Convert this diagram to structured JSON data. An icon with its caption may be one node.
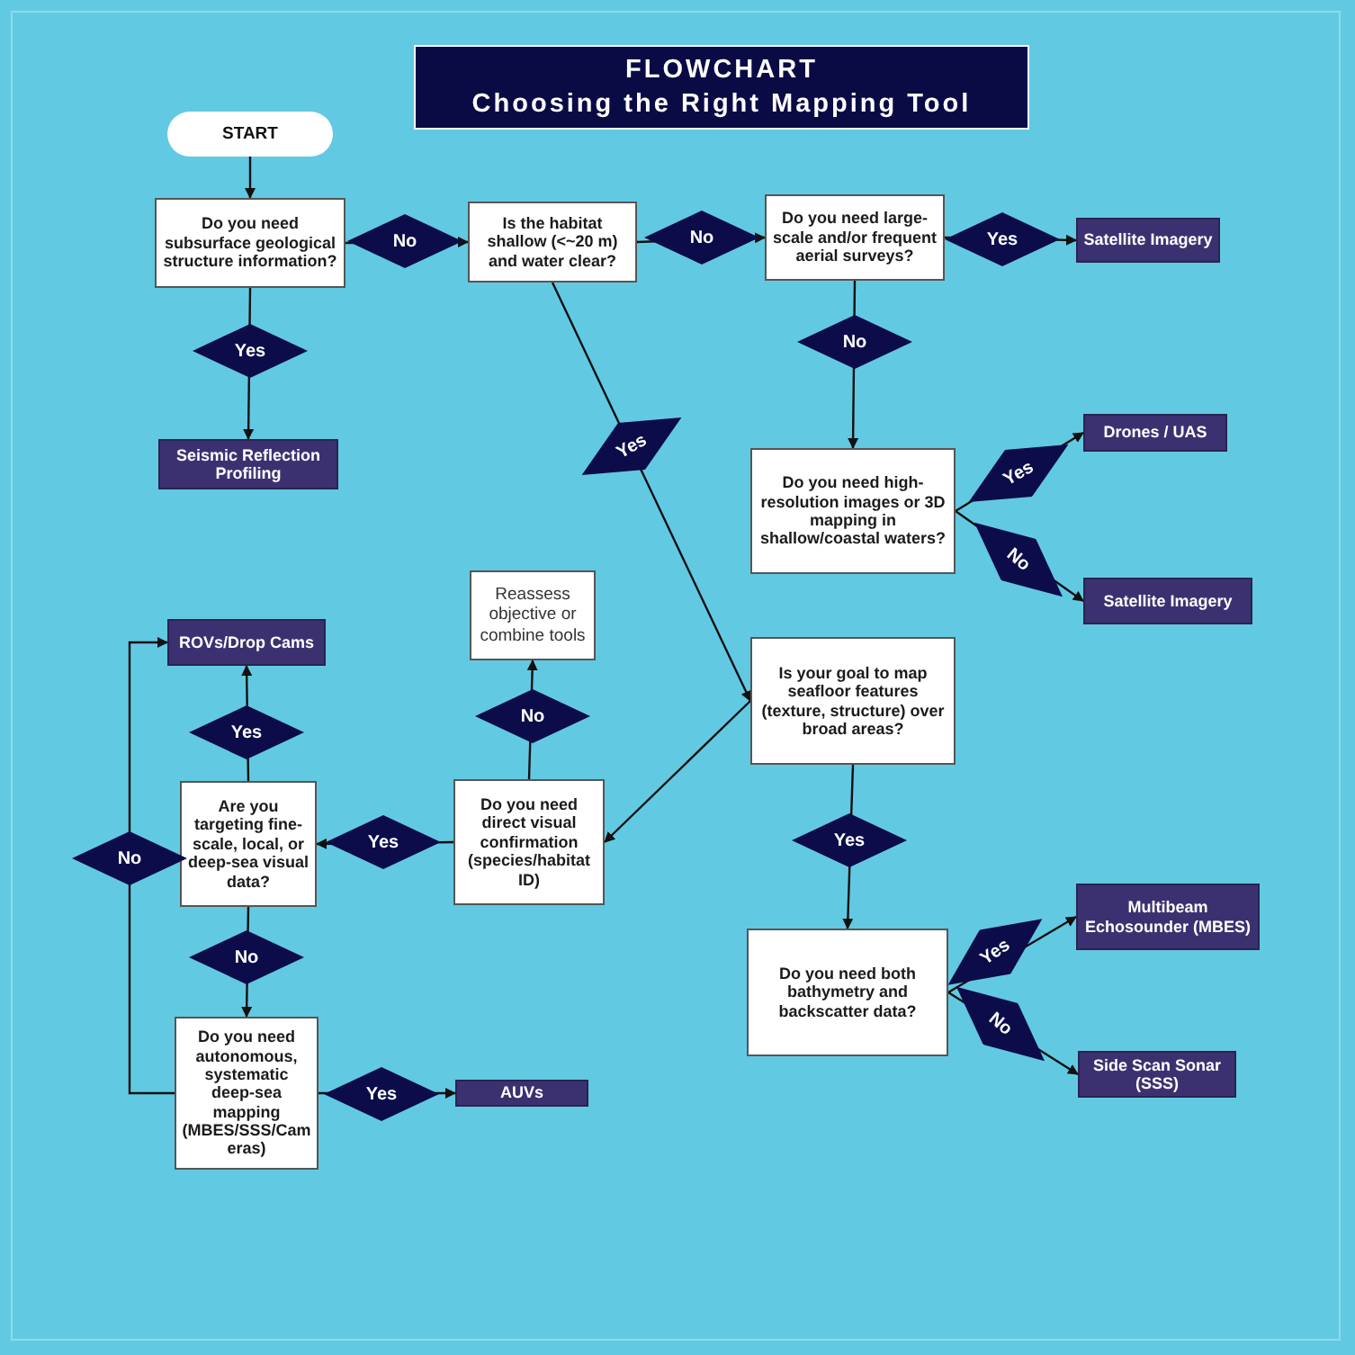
{
  "diagram": {
    "title": "FLOWCHART",
    "labels": [
      "Choosing the Right Mapping Tool"
    ],
    "nodes": [
      {
        "text": [
          "START"
        ]
      },
      {
        "text": [
          "Do you need subsurface geological structure information?"
        ]
      },
      {
        "text": [
          "Seismic Reflection Profiling"
        ]
      },
      {
        "text": [
          "Is the habitat shallow (<~20 m) and water clear?"
        ]
      },
      {
        "text": [
          "Do you need large-scale and/or frequent aerial surveys?"
        ]
      },
      {
        "text": [
          "Satellite Imagery"
        ]
      },
      {
        "text": [
          "Do you need high-resolution images or 3D mapping in shallow/coastal waters?"
        ]
      },
      {
        "text": [
          "Drones / UAS"
        ]
      },
      {
        "text": [
          "Satellite Imagery"
        ]
      },
      {
        "text": [
          "Is your goal to map seafloor features (texture, structure) over broad areas?"
        ]
      },
      {
        "text": [
          "Reassess objective or combine tools"
        ]
      },
      {
        "text": [
          "ROVs/Drop Cams"
        ]
      },
      {
        "text": [
          "Are you targeting fine-scale, local, or deep-sea visual data?"
        ]
      },
      {
        "text": [
          "Do you need direct visual confirmation (species/habitat ID)"
        ]
      },
      {
        "text": [
          "Do you need both bathymetry and backscatter data?"
        ]
      },
      {
        "text": [
          "Multibeam Echosounder (MBES)"
        ]
      },
      {
        "text": [
          "Side Scan Sonar (SSS)"
        ]
      },
      {
        "text": [
          "Do you need autonomous, systematic deep-sea mapping (MBES/SSS/Cameras)"
        ]
      },
      {
        "text": [
          "AUVs"
        ]
      }
    ],
    "edges": [
      {
        "from": 0,
        "to": 1,
        "arrow": "to"
      },
      {
        "from": 1,
        "to": 3,
        "arrow": "to",
        "label": "No"
      },
      {
        "from": 1,
        "to": 2,
        "arrow": "to",
        "label": "Yes"
      },
      {
        "from": 3,
        "to": 4,
        "arrow": "to",
        "label": "No"
      },
      {
        "from": 3,
        "to": 9,
        "arrow": "to",
        "label": "Yes"
      },
      {
        "from": 4,
        "to": 5,
        "arrow": "to",
        "label": "Yes"
      },
      {
        "from": 4,
        "to": 6,
        "arrow": "to",
        "label": "No"
      },
      {
        "from": 6,
        "to": 7,
        "arrow": "to",
        "label": "Yes"
      },
      {
        "from": 6,
        "to": 8,
        "arrow": "to",
        "label": "No"
      },
      {
        "from": 9,
        "to": 13,
        "arrow": "to"
      },
      {
        "from": 9,
        "to": 14,
        "arrow": "to",
        "label": "Yes"
      },
      {
        "from": 14,
        "to": 15,
        "arrow": "to",
        "label": "Yes"
      },
      {
        "from": 14,
        "to": 16,
        "arrow": "to",
        "label": "No"
      },
      {
        "from": 13,
        "to": 10,
        "arrow": "to",
        "label": "No"
      },
      {
        "from": 13,
        "to": 12,
        "arrow": "to",
        "label": "Yes"
      },
      {
        "from": 12,
        "to": 11,
        "arrow": "to",
        "label": "Yes"
      },
      {
        "from": 12,
        "to": 17,
        "arrow": "to",
        "label": "No"
      },
      {
        "from": 17,
        "to": 18,
        "arrow": "to",
        "label": "Yes"
      },
      {
        "from": 17,
        "to": 11,
        "arrow": "to",
        "label": "No"
      }
    ]
  }
}
